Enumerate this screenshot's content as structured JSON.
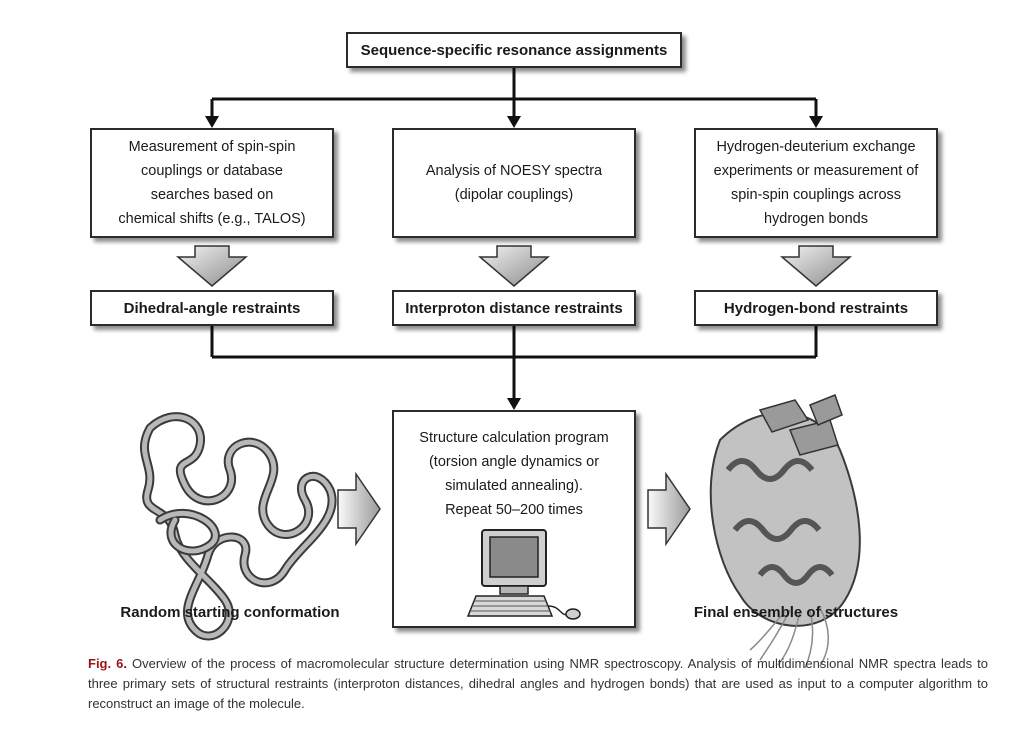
{
  "top": {
    "title": "Sequence-specific resonance assignments"
  },
  "methods": [
    {
      "text": "Measurement of spin-spin\ncouplings or database\nsearches based on\nchemical shifts (e.g., TALOS)"
    },
    {
      "text": "Analysis of NOESY spectra\n(dipolar couplings)"
    },
    {
      "text": "Hydrogen-deuterium exchange\nexperiments or measurement of\nspin-spin couplings across\nhydrogen bonds"
    }
  ],
  "restraints": [
    {
      "label": "Dihedral-angle restraints"
    },
    {
      "label": "Interproton distance restraints"
    },
    {
      "label": "Hydrogen-bond restraints"
    }
  ],
  "calculation": {
    "text": "Structure calculation program\n(torsion angle dynamics or\nsimulated annealing).\nRepeat 50–200 times"
  },
  "left_label": "Random starting conformation",
  "right_label": "Final ensemble of structures",
  "caption": {
    "figure": "Fig. 6.",
    "text": " Overview of the process of macromolecular structure determination using NMR spectroscopy. Analysis of multidimensional NMR spectra leads to three primary sets of structural restraints (interproton distances, dihedral angles and hydrogen bonds) that are used as input to a computer algorithm to reconstruct an image of the molecule."
  },
  "icons": [
    "computer-icon",
    "random-coil-protein-image",
    "protein-ensemble-image"
  ]
}
